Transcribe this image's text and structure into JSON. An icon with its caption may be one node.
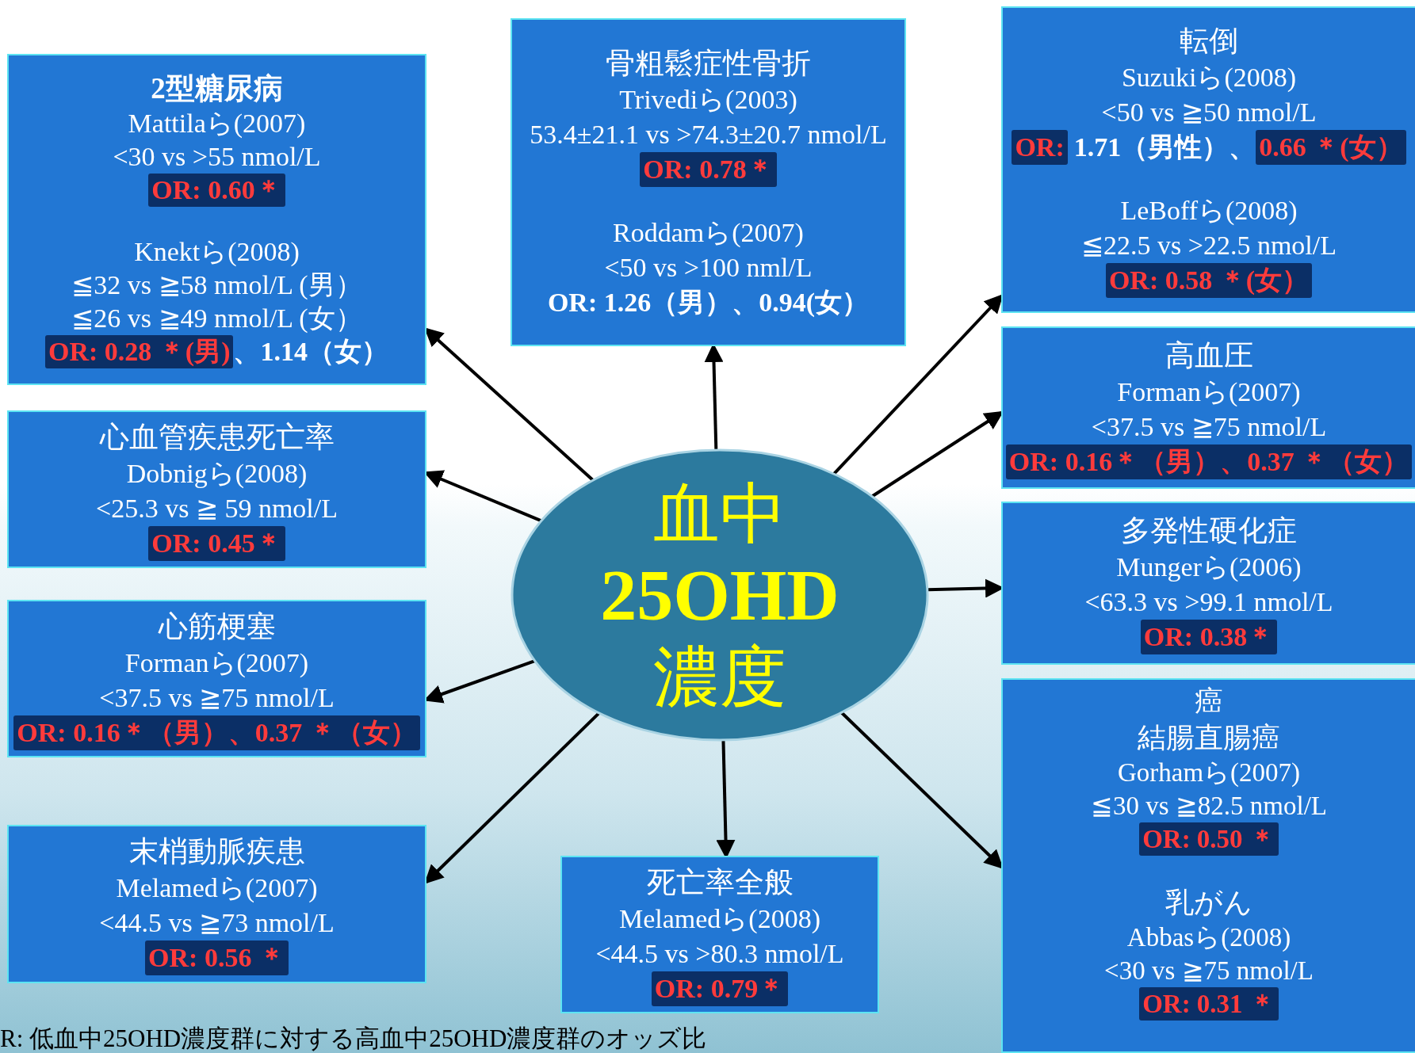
{
  "diagram": {
    "nodes": [
      {
        "text": [
          "2型糖尿病",
          "Mattilaら(2007)",
          "<30 vs >55 nmol/L",
          "OR: 0.60＊",
          "Knektら(2008)",
          "≦32 vs ≧58 nmol/L (男）",
          "≦26 vs ≧49 nmol/L (女）",
          "OR: 0.28 ＊(男)",
          "、1.14（女）"
        ]
      },
      {
        "text": [
          "骨粗鬆症性骨折",
          "Trivediら(2003)",
          "53.4±21.1 vs >74.3±20.7 nmol/L",
          "OR: 0.78＊",
          "Roddamら(2007)",
          "<50 vs >100 nml/L",
          "OR: 1.26（男）、0.94(女）"
        ]
      },
      {
        "text": [
          "転倒",
          "Suzukiら(2008)",
          "<50 vs ≧50 nmol/L",
          "OR:",
          "1.71（男性）、",
          "0.66 ＊(女）",
          "LeBoffら(2008)",
          "≦22.5 vs >22.5 nmol/L",
          "OR: 0.58 ＊(女）"
        ]
      },
      {
        "text": [
          "心血管疾患死亡率",
          "Dobnigら(2008)",
          "<25.3 vs ≧ 59 nmol/L",
          "OR: 0.45＊"
        ]
      },
      {
        "text": [
          "血中",
          "25OHD",
          "濃度"
        ]
      },
      {
        "text": [
          "高血圧",
          "Formanら(2007)",
          "<37.5 vs ≧75 nmol/L",
          "OR: 0.16＊（男）、0.37 ＊（女）"
        ]
      },
      {
        "text": [
          "多発性硬化症",
          "Mungerら(2006)",
          "<63.3 vs >99.1 nmol/L",
          "OR: 0.38＊"
        ]
      },
      {
        "text": [
          "心筋梗塞",
          "Formanら(2007)",
          "<37.5 vs ≧75 nmol/L",
          "OR: 0.16＊（男）、0.37 ＊（女）"
        ]
      },
      {
        "text": [
          "末梢動脈疾患",
          "Melamedら(2007)",
          "<44.5 vs ≧73 nmol/L",
          "OR: 0.56 ＊"
        ]
      },
      {
        "text": [
          "死亡率全般",
          "Melamedら(2008)",
          "<44.5 vs >80.3 nmol/L",
          "OR: 0.79＊"
        ]
      },
      {
        "text": [
          "癌",
          "結腸直腸癌",
          "Gorhamら(2007)",
          "≦30 vs ≧82.5 nmol/L",
          "OR: 0.50 ＊",
          "乳がん",
          "Abbasら(2008)",
          "<30 vs ≧75 nmol/L",
          "OR: 0.31 ＊"
        ]
      }
    ],
    "edges": [
      {
        "from": 4,
        "to": 0,
        "arrow": "to"
      },
      {
        "from": 4,
        "to": 1,
        "arrow": "to"
      },
      {
        "from": 4,
        "to": 2,
        "arrow": "to"
      },
      {
        "from": 4,
        "to": 5,
        "arrow": "to"
      },
      {
        "from": 4,
        "to": 3,
        "arrow": "to"
      },
      {
        "from": 4,
        "to": 6,
        "arrow": "to"
      },
      {
        "from": 4,
        "to": 7,
        "arrow": "to"
      },
      {
        "from": 4,
        "to": 8,
        "arrow": "to"
      },
      {
        "from": 4,
        "to": 9,
        "arrow": "to"
      },
      {
        "from": 4,
        "to": 10,
        "arrow": "to"
      }
    ],
    "labels": [
      "R: 低血中25OHD濃度群に対する高血中25OHD濃度群のオッズ比"
    ]
  }
}
